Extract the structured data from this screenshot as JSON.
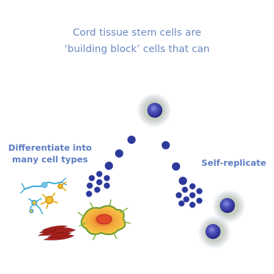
{
  "headline": {
    "line1": "Cord tissue stem cells are",
    "line2": "‘building block’ cells that can"
  },
  "labels": {
    "differentiate_line1": "Differentiate into",
    "differentiate_line2": "many cell types",
    "self_replicate": "Self-replicate"
  },
  "colors": {
    "text_blue": "#6a88c0",
    "label_blue": "#5f7fc4",
    "dot_navy": "#2d3a9c",
    "cell_nucleus": "#3f41a8",
    "cell_halo": "#a9b5a2",
    "neuron_blue": "#3aa7d6",
    "neuron_yellow": "#f1c232",
    "muscle_red": "#a6201c",
    "glia_green": "#7bb43c",
    "glia_orange": "#f0a23a"
  },
  "icons": {
    "stem_cell": "stem-cell-icon",
    "neuron": "neuron-icon",
    "astrocyte": "astrocyte-icon",
    "muscle_cells": "muscle-cells-icon",
    "glial_cell": "glial-cell-icon"
  }
}
